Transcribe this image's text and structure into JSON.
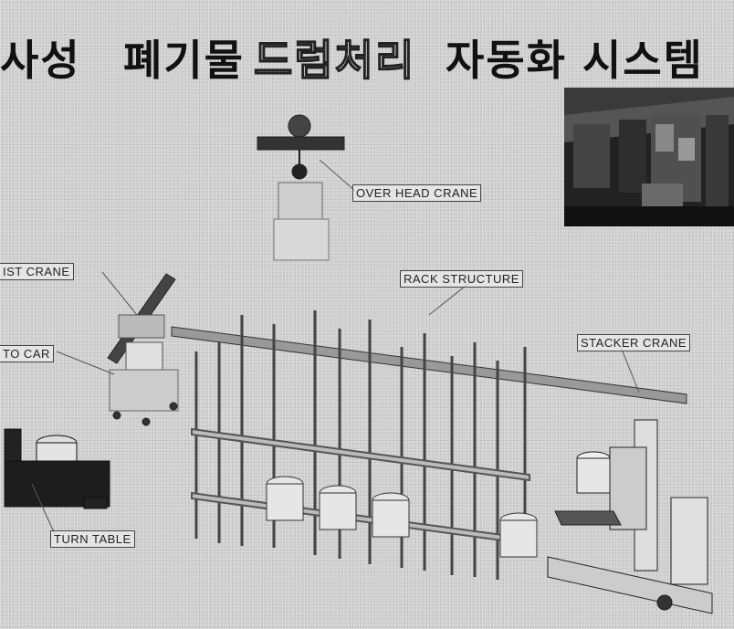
{
  "title": {
    "seg1": "사성",
    "seg2": "폐기물",
    "seg3": "드럼처리",
    "seg4": "자동화",
    "seg5": "시스템"
  },
  "labels": {
    "overhead_crane": "OVER HEAD CRANE",
    "hoist_crane": "IST CRANE",
    "rack_structure": "RACK STRUCTURE",
    "auto_car": "TO CAR",
    "stacker_crane": "STACKER CRANE",
    "turn_table": "TURN TABLE"
  }
}
